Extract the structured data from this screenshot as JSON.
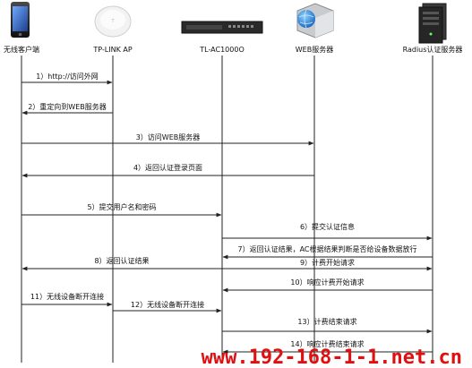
{
  "entities": [
    {
      "label": "无线客户端",
      "icon": "smartphone-icon"
    },
    {
      "label": "TP-LINK AP",
      "icon": "access-point-icon"
    },
    {
      "label": "TL-AC1000O",
      "icon": "controller-icon"
    },
    {
      "label": "WEB服务器",
      "icon": "web-server-icon"
    },
    {
      "label": "Radius认证服务器",
      "icon": "tower-server-icon"
    }
  ],
  "messages": [
    {
      "label": "1）http://访问外网",
      "from": 0,
      "to": 1
    },
    {
      "label": "2）重定向到WEB服务器",
      "from": 1,
      "to": 0
    },
    {
      "label": "3）访问WEB服务器",
      "from": 0,
      "to": 3
    },
    {
      "label": "4）返回认证登录页面",
      "from": 3,
      "to": 0
    },
    {
      "label": "5）提交用户名和密码",
      "from": 0,
      "to": 2
    },
    {
      "label": "6）提交认证信息",
      "from": 2,
      "to": 4
    },
    {
      "label": "7）返回认证结果，AC根据结果判断是否给设备数据放行",
      "from": 4,
      "to": 2
    },
    {
      "label": "8）返回认证结果",
      "from": 2,
      "to": 0
    },
    {
      "label": "9）计费开始请求",
      "from": 2,
      "to": 4
    },
    {
      "label": "10）响应计费开始请求",
      "from": 4,
      "to": 2
    },
    {
      "label": "11）无线设备断开连接",
      "from": 0,
      "to": 1
    },
    {
      "label": "12）无线设备断开连接",
      "from": 1,
      "to": 2
    },
    {
      "label": "13）计费结束请求",
      "from": 2,
      "to": 4
    },
    {
      "label": "14）响应计费结束请求",
      "from": 4,
      "to": 2
    }
  ],
  "watermark": "www.192-168-1-1.net.cn"
}
